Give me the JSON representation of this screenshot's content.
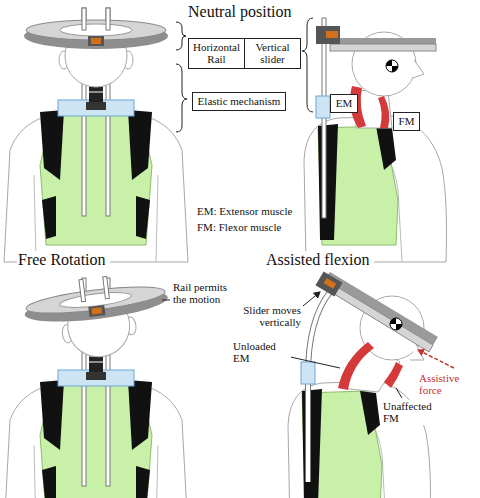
{
  "diagram": {
    "nodes": [
      {
        "text": [
          "Horizontal Rail"
        ]
      },
      {
        "text": [
          "Vertical slider"
        ]
      },
      {
        "text": [
          "Elastic mechanism"
        ]
      },
      {
        "text": [
          "EM"
        ]
      },
      {
        "text": [
          "FM"
        ]
      }
    ],
    "labels": [
      "Neutral position",
      "EM: Extensor muscle",
      "FM: Flexor muscle",
      "Free Rotation",
      "Rail permits the motion",
      "Assisted flexion",
      "Slider moves vertically",
      "Unloaded EM",
      "Assistive force",
      "Unaffected FM"
    ]
  }
}
